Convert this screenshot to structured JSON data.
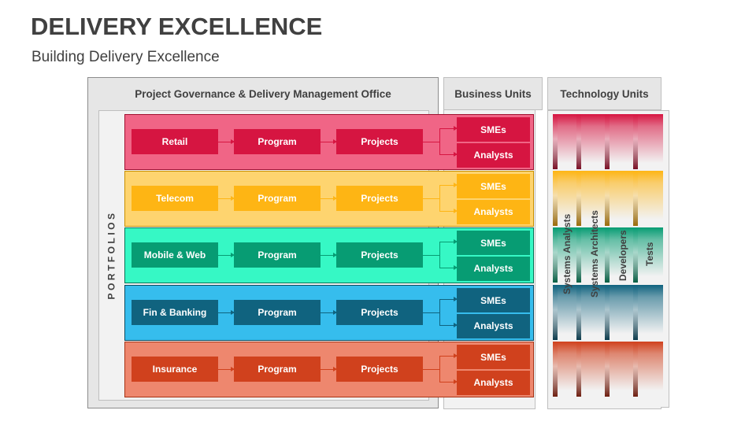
{
  "header": {
    "title": "DELIVERY EXCELLENCE",
    "subtitle": "Building Delivery Excellence"
  },
  "sections": {
    "governance": "Project Governance & Delivery Management Office",
    "business_units": "Business Units",
    "technology_units": "Technology Units",
    "portfolios_label": "PORTFOLIOS"
  },
  "rows": [
    {
      "portfolio": "Retail",
      "program": "Program",
      "projects": "Projects",
      "unit1": "SMEs",
      "unit2": "Analysts",
      "bg": "#f06586",
      "box": "#d61541",
      "border": "#a0102f",
      "tech_head": "#d61541",
      "tech_stripe": "#7a0f25"
    },
    {
      "portfolio": "Telecom",
      "program": "Program",
      "projects": "Projects",
      "unit1": "SMEs",
      "unit2": "Analysts",
      "bg": "#fed46f",
      "box": "#feb514",
      "border": "#c99000",
      "tech_head": "#feb514",
      "tech_stripe": "#9a6a08"
    },
    {
      "portfolio": "Mobile & Web",
      "program": "Program",
      "projects": "Projects",
      "unit1": "SMEs",
      "unit2": "Analysts",
      "bg": "#36f8c5",
      "box": "#079c73",
      "border": "#077356",
      "tech_head": "#079c73",
      "tech_stripe": "#055e43"
    },
    {
      "portfolio": "Fin & Banking",
      "program": "Program",
      "projects": "Projects",
      "unit1": "SMEs",
      "unit2": "Analysts",
      "bg": "#36bded",
      "box": "#10637f",
      "border": "#0c4a60",
      "tech_head": "#10637f",
      "tech_stripe": "#0b3b4c"
    },
    {
      "portfolio": "Insurance",
      "program": "Program",
      "projects": "Projects",
      "unit1": "SMEs",
      "unit2": "Analysts",
      "bg": "#ee876e",
      "box": "#d0411d",
      "border": "#a63316",
      "tech_head": "#d0411d",
      "tech_stripe": "#6e1e10"
    }
  ],
  "technology_units": {
    "roles": [
      "Systems Analysts",
      "Systems Architects",
      "Developers",
      "Tests"
    ]
  }
}
